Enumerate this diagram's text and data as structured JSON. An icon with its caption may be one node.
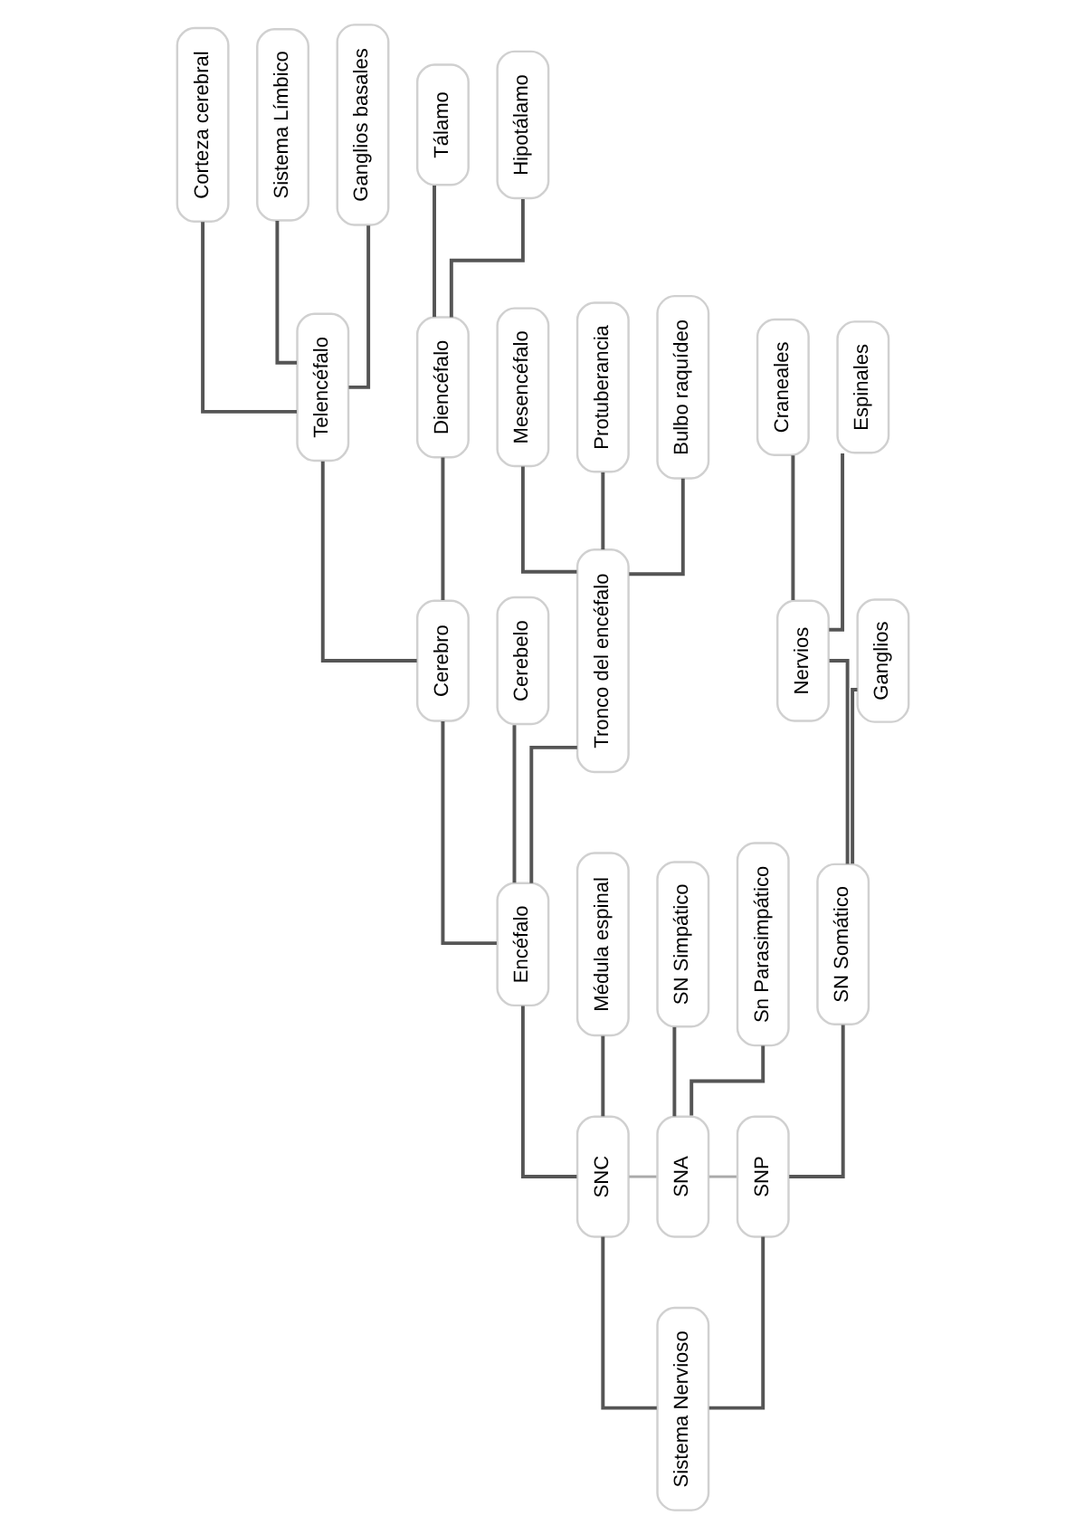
{
  "diagram": {
    "nodes": [
      {
        "text": [
          "Sistema Nervioso"
        ]
      },
      {
        "text": [
          "SNC"
        ]
      },
      {
        "text": [
          "SNA"
        ]
      },
      {
        "text": [
          "SNP"
        ]
      },
      {
        "text": [
          "Encéfalo"
        ]
      },
      {
        "text": [
          "Médula espinal"
        ]
      },
      {
        "text": [
          "SN Simpático"
        ]
      },
      {
        "text": [
          "Sn Parasimpático"
        ]
      },
      {
        "text": [
          "SN Somático"
        ]
      },
      {
        "text": [
          "Cerebro"
        ]
      },
      {
        "text": [
          "Cerebelo"
        ]
      },
      {
        "text": [
          "Tronco del encéfalo"
        ]
      },
      {
        "text": [
          "Nervios"
        ]
      },
      {
        "text": [
          "Ganglios"
        ]
      },
      {
        "text": [
          "Telencéfalo"
        ]
      },
      {
        "text": [
          "Diencéfalo"
        ]
      },
      {
        "text": [
          "Mesencéfalo"
        ]
      },
      {
        "text": [
          "Protuberancia"
        ]
      },
      {
        "text": [
          "Bulbo raquídeo"
        ]
      },
      {
        "text": [
          "Craneales"
        ]
      },
      {
        "text": [
          "Espinales"
        ]
      },
      {
        "text": [
          "Corteza cerebral"
        ]
      },
      {
        "text": [
          "Sistema Límbico"
        ]
      },
      {
        "text": [
          "Ganglios basales"
        ]
      },
      {
        "text": [
          "Tálamo"
        ]
      },
      {
        "text": [
          "Hipotálamo"
        ]
      }
    ],
    "edges": [
      {
        "from": 0,
        "to": 1,
        "arrow": "none"
      },
      {
        "from": 0,
        "to": 3,
        "arrow": "none"
      },
      {
        "from": 1,
        "to": 2,
        "arrow": "none",
        "color": "#aaaaaa"
      },
      {
        "from": 2,
        "to": 3,
        "arrow": "none",
        "color": "#aaaaaa"
      },
      {
        "from": 1,
        "to": 4,
        "arrow": "none"
      },
      {
        "from": 1,
        "to": 5,
        "arrow": "none"
      },
      {
        "from": 2,
        "to": 6,
        "arrow": "none"
      },
      {
        "from": 2,
        "to": 7,
        "arrow": "none"
      },
      {
        "from": 3,
        "to": 8,
        "arrow": "none"
      },
      {
        "from": 4,
        "to": 9,
        "arrow": "none"
      },
      {
        "from": 4,
        "to": 10,
        "arrow": "none"
      },
      {
        "from": 4,
        "to": 11,
        "arrow": "none"
      },
      {
        "from": 8,
        "to": 12,
        "arrow": "none"
      },
      {
        "from": 8,
        "to": 13,
        "arrow": "none"
      },
      {
        "from": 12,
        "to": 19,
        "arrow": "none"
      },
      {
        "from": 12,
        "to": 20,
        "arrow": "none"
      },
      {
        "from": 9,
        "to": 14,
        "arrow": "none"
      },
      {
        "from": 9,
        "to": 15,
        "arrow": "none"
      },
      {
        "from": 11,
        "to": 16,
        "arrow": "none"
      },
      {
        "from": 11,
        "to": 17,
        "arrow": "none"
      },
      {
        "from": 11,
        "to": 18,
        "arrow": "none"
      },
      {
        "from": 14,
        "to": 21,
        "arrow": "none"
      },
      {
        "from": 14,
        "to": 22,
        "arrow": "none"
      },
      {
        "from": 14,
        "to": 23,
        "arrow": "none"
      },
      {
        "from": 15,
        "to": 24,
        "arrow": "none"
      },
      {
        "from": 15,
        "to": 25,
        "arrow": "none"
      }
    ]
  }
}
